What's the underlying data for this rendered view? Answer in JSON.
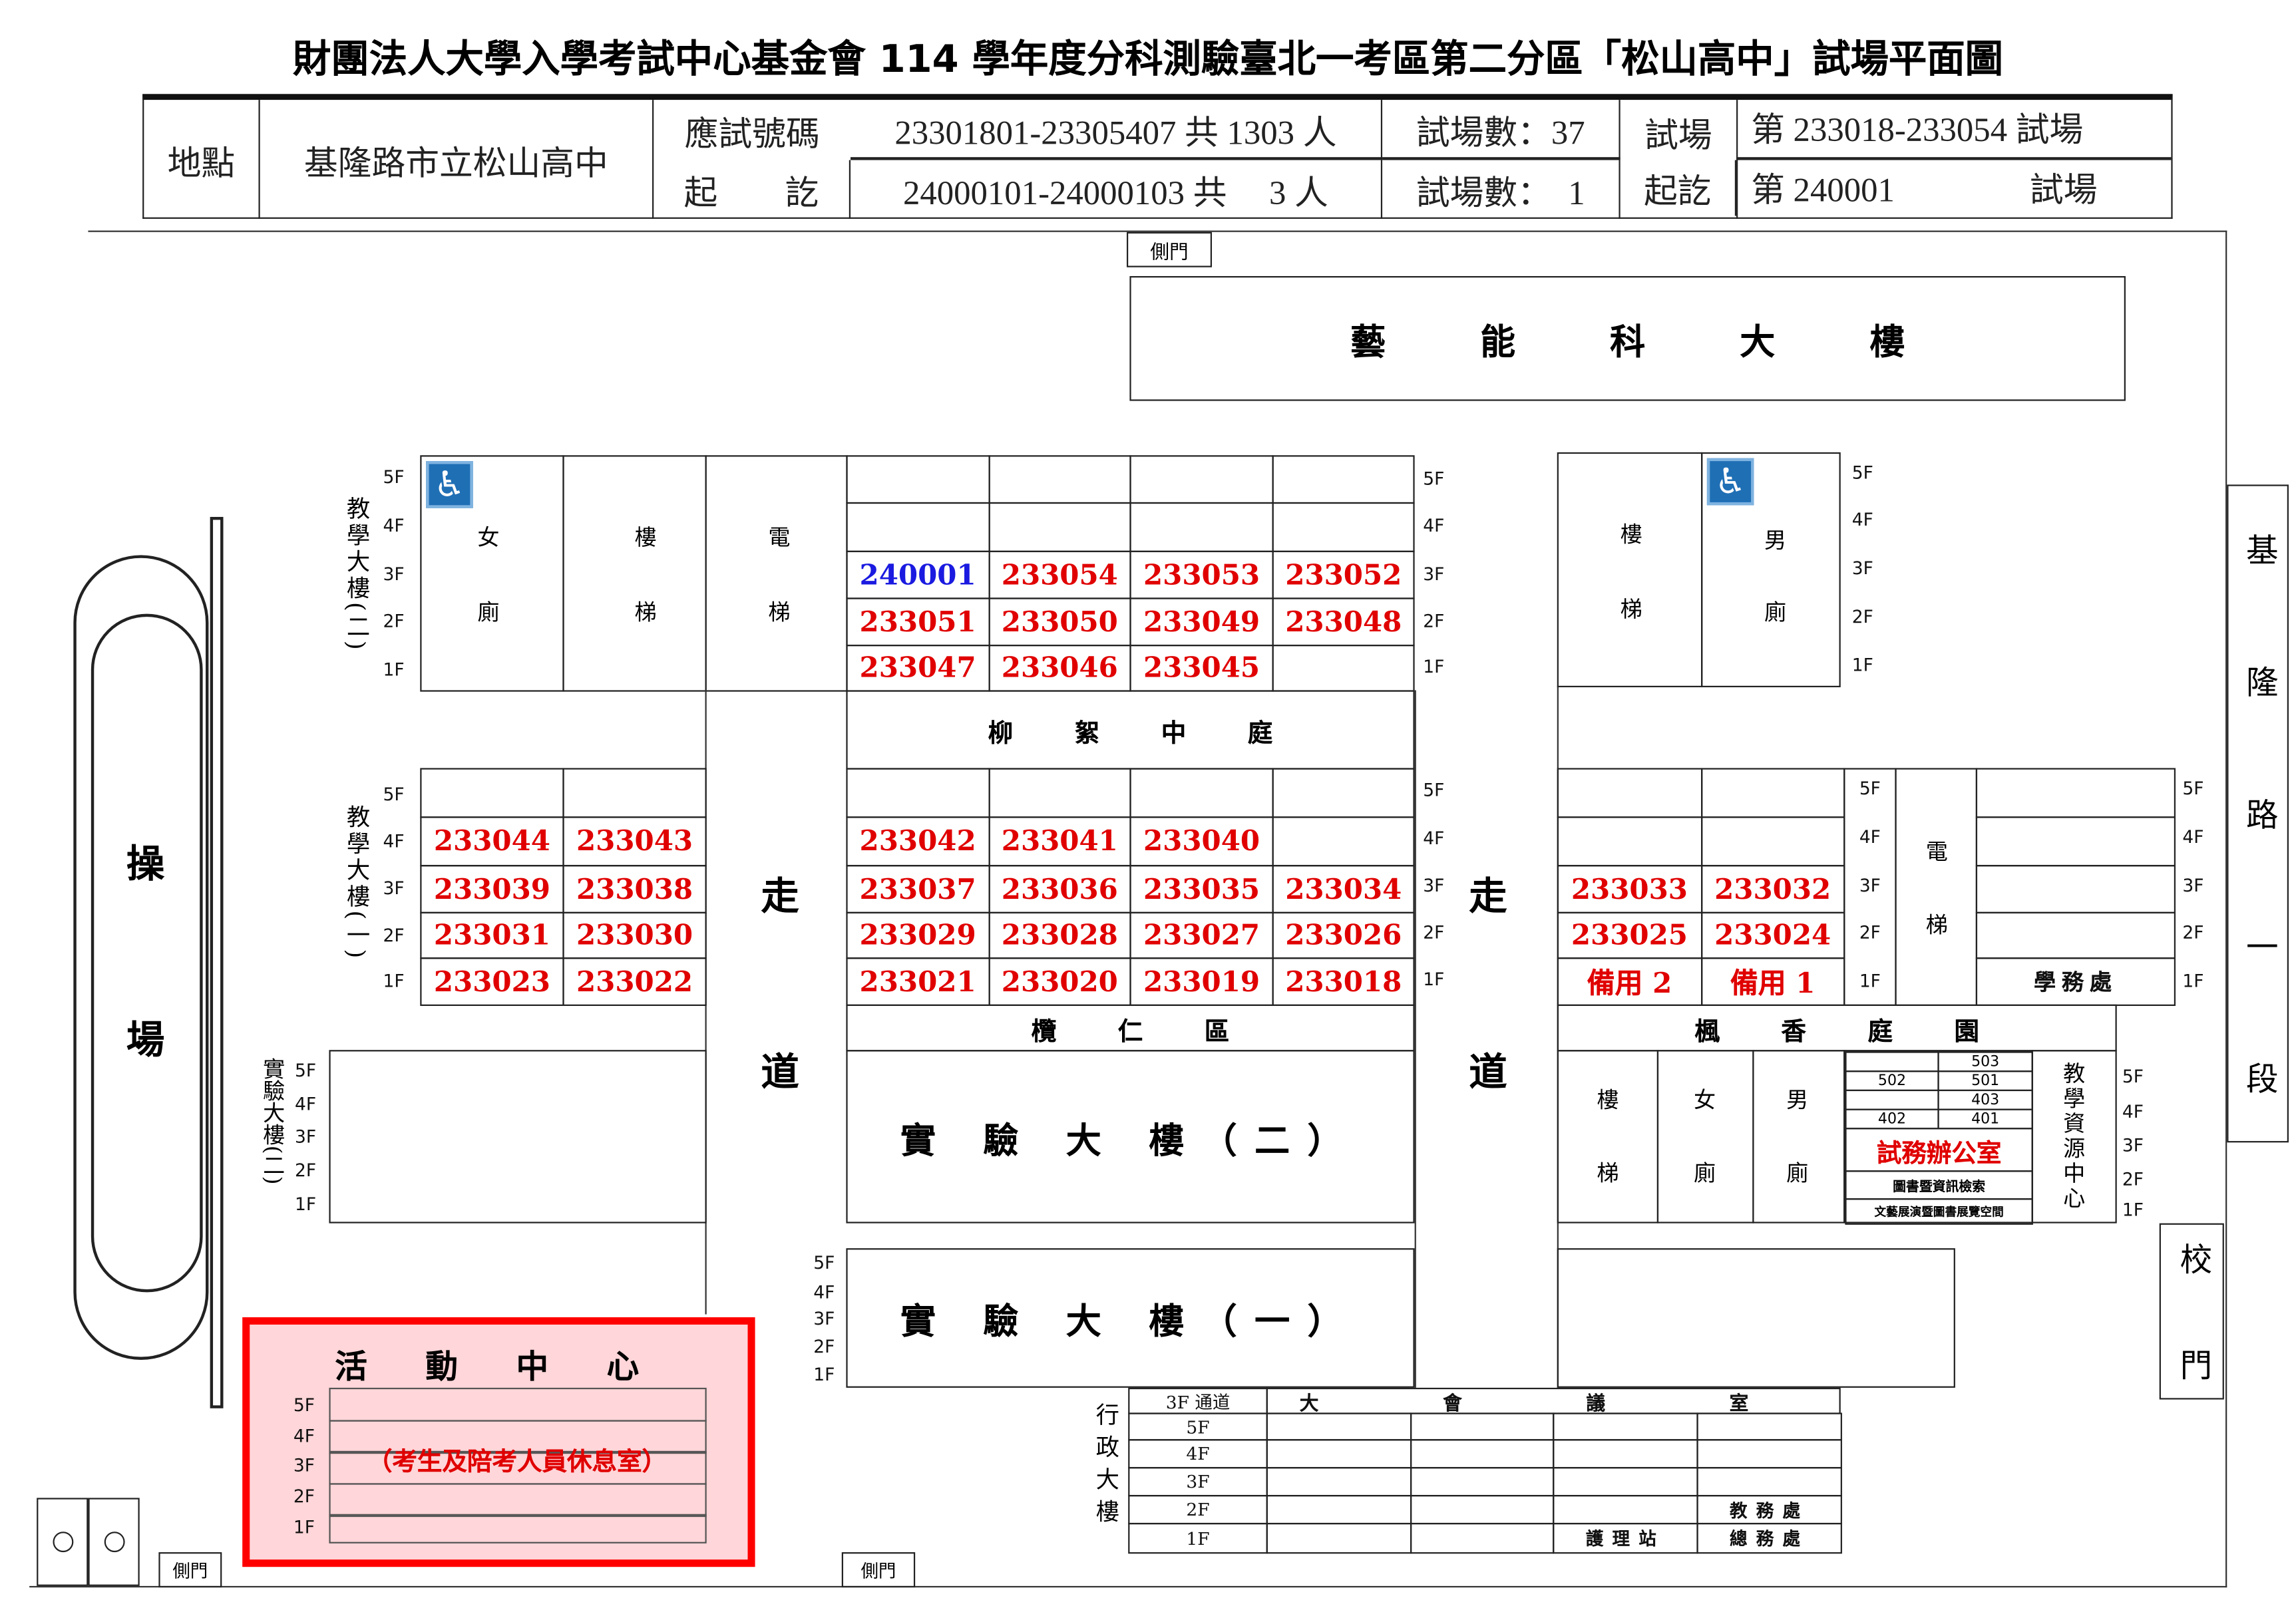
{
  "title": "財團法人大學入學考試中心基金會 114 學年度分科測驗臺北一考區第二分區「松山高中」試場平面圖",
  "header": {
    "location_label": "地點",
    "location_value": "基隆路市立松山高中",
    "number_range_label_1": "應試號碼",
    "number_range_label_2": "起　　訖",
    "range_1": "23301801-23305407 共 1303 人",
    "range_2": "24000101-24000103 共　 3 人",
    "count_1": "試場數：37",
    "count_2": "試場數：  1",
    "room_range_label_1": "試場",
    "room_range_label_2": "起訖",
    "room_range_1": "第 233018-233054 試場",
    "room_range_2": "第 240001　　　　試場"
  },
  "map": {
    "side_gate": "側門",
    "arts_building": "藝 能 科 大 樓",
    "teaching_building_2": "教學大樓(二)",
    "teaching_building_1": "教學大樓(一)",
    "women_restroom": [
      "女",
      "廁"
    ],
    "men_restroom": [
      "男",
      "廁"
    ],
    "stairs": [
      "樓",
      "梯"
    ],
    "elevator": [
      "電",
      "梯"
    ],
    "courtyard_1": "柳 絮 中 庭",
    "corridor": [
      "走",
      "道"
    ],
    "lanren_area": "欖 仁 區",
    "maple_garden": "楓 香 庭 園",
    "lab_building_2": "實 驗 大 樓（二）",
    "lab_building_1": "實 驗 大 樓（一）",
    "lab_building_2_side": "實驗大樓(二)",
    "playground": [
      "操",
      "場"
    ],
    "activity_center": "活 動 中 心",
    "rest_room_note": "（考生及陪考人員休息室）",
    "admin_building": "行政大樓",
    "admin_corridor": "3F 通道",
    "conference_room": "大 會 議 室",
    "academic_office": "教務處",
    "nurse_station": "護理站",
    "general_affairs": "總務處",
    "student_affairs": "學務處",
    "exam_office": "試務辦公室",
    "library_search": "圖書暨資訊檢索",
    "exhibition_space": "文藝展演暨圖書展覽空間",
    "resource_center": "教學資源中心",
    "small_rooms": [
      "503",
      "502",
      "501",
      "403",
      "402",
      "401"
    ],
    "road": "基隆路一段",
    "main_gate": "校門",
    "floors": [
      "5F",
      "4F",
      "3F",
      "2F",
      "1F"
    ]
  },
  "rooms": {
    "tb2": [
      [
        "",
        "",
        "",
        ""
      ],
      [
        "",
        "",
        "",
        ""
      ],
      [
        "240001",
        "233054",
        "233053",
        "233052"
      ],
      [
        "233051",
        "233050",
        "233049",
        "233048"
      ],
      [
        "233047",
        "233046",
        "233045",
        ""
      ]
    ],
    "tb1_left": [
      [
        "",
        ""
      ],
      [
        "233044",
        "233043"
      ],
      [
        "233039",
        "233038"
      ],
      [
        "233031",
        "233030"
      ],
      [
        "233023",
        "233022"
      ]
    ],
    "tb1_mid": [
      [
        "",
        "",
        "",
        ""
      ],
      [
        "233042",
        "233041",
        "233040",
        ""
      ],
      [
        "233037",
        "233036",
        "233035",
        "233034"
      ],
      [
        "233029",
        "233028",
        "233027",
        "233026"
      ],
      [
        "233021",
        "233020",
        "233019",
        "233018"
      ]
    ],
    "tb1_right": [
      [
        "",
        ""
      ],
      [
        "",
        ""
      ],
      [
        "233033",
        "233032"
      ],
      [
        "233025",
        "233024"
      ],
      [
        "備用 2",
        "備用 1"
      ]
    ]
  },
  "colors": {
    "room_red": "#e00000",
    "room_blue": "#1a1ae0",
    "highlight_border": "#ff0000",
    "highlight_fill": "#ffd6d9",
    "accessible_blue": "#1f6fb5"
  }
}
